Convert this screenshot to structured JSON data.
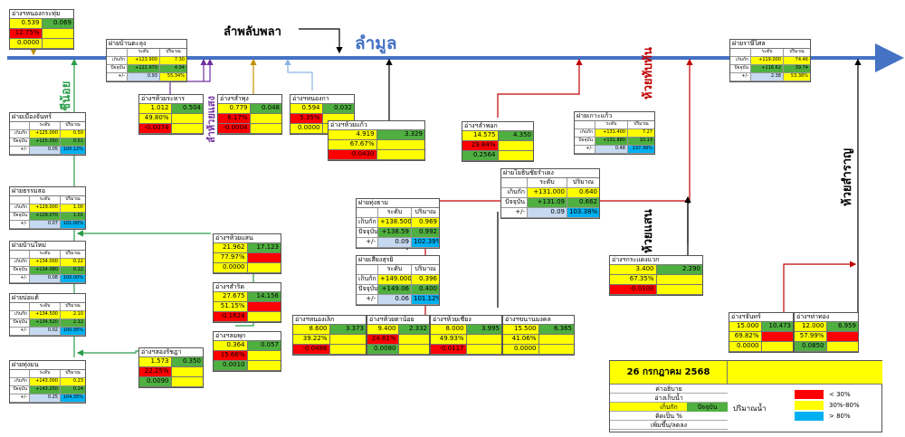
{
  "colors": {
    "yellow": "#ffff00",
    "red": "#ff0000",
    "green": "#4faf40",
    "blue": "#00b0f0",
    "lightblue": "#c5d9f1",
    "river": "#4472c4"
  },
  "river": {
    "title": "ลำมูล",
    "tributary": "ลำพลับพลา"
  },
  "labels": {
    "lam_chi_noi": "ลำชีน้อย",
    "huai_sing": "ลำห้วยแสง",
    "huai_thap_than": "ห้วยทับทัน",
    "huai_saen": "ห้วยแสน",
    "huai_samran": "ห้วยสำราญ"
  },
  "reservoirs": [
    {
      "id": "nong-krathum",
      "name": "อ่างฯหนองกระทุ่ม",
      "vals": [
        [
          "0.539",
          "y"
        ],
        [
          "0.069",
          "g"
        ],
        [
          "12.75%",
          "r"
        ],
        [
          "",
          "y"
        ],
        [
          "0.0000",
          "y"
        ],
        [
          "",
          "y"
        ]
      ]
    },
    {
      "id": "huai-rabok",
      "name": "อ่างฯห้วยระหาร",
      "vals": [
        [
          "1.012",
          "y"
        ],
        [
          "0.504",
          "g"
        ],
        [
          "49.80%",
          "y"
        ],
        [
          "",
          "y"
        ],
        [
          "-0.0074",
          "r"
        ],
        [
          "",
          "y"
        ]
      ]
    },
    {
      "id": "lam-phu",
      "name": "อ่างฯลำพุง",
      "vals": [
        [
          "0.779",
          "y"
        ],
        [
          "0.048",
          "g"
        ],
        [
          "6.17%",
          "r"
        ],
        [
          "",
          "y"
        ],
        [
          "-0.0004",
          "r"
        ],
        [
          "",
          "y"
        ]
      ]
    },
    {
      "id": "nong-ka",
      "name": "อ่างฯหนองกา",
      "vals": [
        [
          "0.594",
          "y"
        ],
        [
          "0.032",
          "g"
        ],
        [
          "5.35%",
          "r"
        ],
        [
          "",
          "y"
        ],
        [
          "0.0000",
          "y"
        ],
        [
          "",
          "y"
        ]
      ]
    },
    {
      "id": "huai-nam-kaeo",
      "name": "อ่างฯห้วยแก้ว",
      "vals": [
        [
          "4.919",
          "y"
        ],
        [
          "3.329",
          "g"
        ],
        [
          "67.67%",
          "y"
        ],
        [
          "",
          "y"
        ],
        [
          "-0.0430",
          "r"
        ],
        [
          "",
          "y"
        ]
      ]
    },
    {
      "id": "lam-phok",
      "name": "อ่างฯลำพอก",
      "vals": [
        [
          "14.575",
          "y"
        ],
        [
          "4.350",
          "g"
        ],
        [
          "29.84%",
          "r"
        ],
        [
          "",
          "y"
        ],
        [
          "0.2564",
          "g"
        ],
        [
          "",
          "y"
        ]
      ]
    },
    {
      "id": "huai-saen",
      "name": "อ่างฯห้วยแสน",
      "vals": [
        [
          "21.962",
          "y"
        ],
        [
          "17.123",
          "g"
        ],
        [
          "77.97%",
          "y"
        ],
        [
          "",
          "r"
        ],
        [
          "0.0000",
          "y"
        ],
        [
          "",
          "y"
        ]
      ]
    },
    {
      "id": "sam-rit",
      "name": "อ่างฯสำริด",
      "vals": [
        [
          "27.675",
          "y"
        ],
        [
          "14.156",
          "g"
        ],
        [
          "51.15%",
          "y"
        ],
        [
          "",
          "r"
        ],
        [
          "-0.1624",
          "r"
        ],
        [
          "",
          "y"
        ]
      ]
    },
    {
      "id": "lam-phok2",
      "name": "อ่างฯลมพุก",
      "vals": [
        [
          "0.364",
          "y"
        ],
        [
          "0.057",
          "g"
        ],
        [
          "15.66%",
          "r"
        ],
        [
          "",
          "y"
        ],
        [
          "0.0010",
          "g"
        ],
        [
          "",
          "y"
        ]
      ]
    },
    {
      "id": "song-ratchada",
      "name": "อ่างฯสองรัชฎา",
      "vals": [
        [
          "1.573",
          "y"
        ],
        [
          "0.350",
          "g"
        ],
        [
          "22.25%",
          "r"
        ],
        [
          "",
          "y"
        ],
        [
          "0.0090",
          "g"
        ],
        [
          "",
          "y"
        ]
      ]
    },
    {
      "id": "nong-lek",
      "name": "อ่างฯหนองเล็ก",
      "vals": [
        [
          "8.600",
          "y"
        ],
        [
          "3.373",
          "g"
        ],
        [
          "39.22%",
          "y"
        ],
        [
          "",
          "y"
        ],
        [
          "-0.0486",
          "r"
        ],
        [
          "",
          "y"
        ]
      ]
    },
    {
      "id": "huai-ta-nuan",
      "name": "อ่างฯห้วยตาน้อย",
      "vals": [
        [
          "9.400",
          "y"
        ],
        [
          "2.332",
          "g"
        ],
        [
          "24.81%",
          "r"
        ],
        [
          "",
          "y"
        ],
        [
          "0.0080",
          "g"
        ],
        [
          "",
          "y"
        ]
      ]
    },
    {
      "id": "huai-chiang",
      "name": "อ่างฯห้วยเชียง",
      "vals": [
        [
          "8.000",
          "y"
        ],
        [
          "3.995",
          "g"
        ],
        [
          "49.93%",
          "y"
        ],
        [
          "",
          "y"
        ],
        [
          "-0.0117",
          "r"
        ],
        [
          "",
          "y"
        ]
      ]
    },
    {
      "id": "khanun",
      "name": "อ่างฯขนานมงคล",
      "vals": [
        [
          "15.500",
          "y"
        ],
        [
          "6.365",
          "g"
        ],
        [
          "41.06%",
          "y"
        ],
        [
          "",
          "y"
        ],
        [
          "0.0000",
          "y"
        ],
        [
          "",
          "y"
        ]
      ]
    },
    {
      "id": "kradaeng",
      "name": "อ่างฯกระแดงแวก",
      "vals": [
        [
          "3.400",
          "y"
        ],
        [
          "2.290",
          "g"
        ],
        [
          "67.35%",
          "y"
        ],
        [
          "",
          "y"
        ],
        [
          "-0.0100",
          "r"
        ],
        [
          "",
          "y"
        ]
      ]
    },
    {
      "id": "chan",
      "name": "อ่างฯจันทร์",
      "vals": [
        [
          "15.000",
          "y"
        ],
        [
          "10.473",
          "g"
        ],
        [
          "69.82%",
          "y"
        ],
        [
          "",
          "r"
        ],
        [
          "0.0000",
          "y"
        ],
        [
          "",
          "y"
        ]
      ]
    },
    {
      "id": "than-thong",
      "name": "อ่างฯท่าทอง",
      "vals": [
        [
          "12.000",
          "y"
        ],
        [
          "6.959",
          "g"
        ],
        [
          "57.99%",
          "y"
        ],
        [
          "",
          "r"
        ],
        [
          "0.0850",
          "g"
        ],
        [
          "",
          "y"
        ]
      ]
    }
  ],
  "gates": [
    {
      "id": "ban-talat",
      "name": "ฝายบ้านตะลุง",
      "h": [
        "ระดับ",
        "ปริมาณ"
      ],
      "rows": [
        [
          "เก็บกัก",
          "+123.900",
          "7.30"
        ],
        [
          "ปัจจุบัน",
          "+122.970",
          "4.04"
        ],
        [
          "+/-",
          "0.93",
          "55.34%"
        ]
      ],
      "pc": "y"
    },
    {
      "id": "raksha",
      "name": "ฝายราษีไศล",
      "h": [
        "ระดับ",
        "ปริมาณ"
      ],
      "rows": [
        [
          "เก็บกัก",
          "+119.000",
          "74.46"
        ],
        [
          "ปัจจุบัน",
          "+116.62",
          "39.74"
        ],
        [
          "+/-",
          "2.38",
          "53.38%"
        ]
      ],
      "pc": "y"
    },
    {
      "id": "mueang-chan",
      "name": "ฝายเมืองจันทร์",
      "h": [
        "ระดับ",
        "ปริมาณ"
      ],
      "rows": [
        [
          "เก็บกัก",
          "+125.000",
          "0.50"
        ],
        [
          "ปัจจุบัน",
          "+125.050",
          "0.51"
        ],
        [
          "+/-",
          "0.05",
          "100.12%"
        ]
      ],
      "pc": "b"
    },
    {
      "id": "kaeo",
      "name": "ฝายเกาะแก้ว",
      "h": [
        "ระดับ",
        "ปริมาณ"
      ],
      "rows": [
        [
          "เก็บกัก",
          "+131.400",
          "7.27"
        ],
        [
          "ปัจจุบัน",
          "+131.880",
          "10.13"
        ],
        [
          "+/-",
          "0.48",
          "137.36%"
        ]
      ],
      "pc": "b"
    },
    {
      "id": "tham-sa",
      "name": "ฝายธรรมสอ",
      "h": [
        "ระดับ",
        "ปริมาณ"
      ],
      "rows": [
        [
          "เก็บกัก",
          "+129.000",
          "1.00"
        ],
        [
          "ปัจจุบัน",
          "+129.070",
          "1.01"
        ],
        [
          "+/-",
          "0.07",
          "101.00%"
        ]
      ],
      "pc": "b"
    },
    {
      "id": "ban-mai",
      "name": "ฝายบ้านใหม่",
      "h": [
        "ระดับ",
        "ปริมาณ"
      ],
      "rows": [
        [
          "เก็บกัก",
          "+134.000",
          "0.22"
        ],
        [
          "ปัจจุบัน",
          "+134.080",
          "0.22"
        ],
        [
          "+/-",
          "0.08",
          "100.00%"
        ]
      ],
      "pc": "b"
    },
    {
      "id": "nong-khae",
      "name": "ฝายบ่อแต้",
      "h": [
        "ระดับ",
        "ปริมาณ"
      ],
      "rows": [
        [
          "เก็บกัก",
          "+134.500",
          "2.10"
        ],
        [
          "ปัจจุบัน",
          "+134.520",
          "2.12"
        ],
        [
          "+/-",
          "0.02",
          "100.95%"
        ]
      ],
      "pc": "b"
    },
    {
      "id": "thung-mon",
      "name": "ฝายทุ่งมน",
      "h": [
        "ระดับ",
        "ปริมาณ"
      ],
      "rows": [
        [
          "เก็บกัก",
          "+143.000",
          "0.23"
        ],
        [
          "ปัจจุบัน",
          "+143.250",
          "0.24"
        ],
        [
          "+/-",
          "0.25",
          "104.35%"
        ]
      ],
      "pc": "b"
    },
    {
      "id": "yothin",
      "name": "ฝายโยธินชัยรำเดง",
      "h": [
        "ระดับ",
        "ปริมาณ"
      ],
      "rows": [
        [
          "เก็บกัก",
          "+131.000",
          "0.640"
        ],
        [
          "ปัจจุบัน",
          "+131.09",
          "0.662"
        ],
        [
          "+/-",
          "0.09",
          "103.38%"
        ]
      ],
      "pc": "b",
      "big": true
    },
    {
      "id": "thung-tham",
      "name": "ฝายทุ่งธาม",
      "h": [
        "ระดับ",
        "ปริมาณ"
      ],
      "rows": [
        [
          "เก็บกัก",
          "+138.500",
          "0.969"
        ],
        [
          "ปัจจุบัน",
          "+138.59",
          "0.992"
        ],
        [
          "+/-",
          "0.09",
          "102.39%"
        ]
      ],
      "pc": "b",
      "big": true
    },
    {
      "id": "sethi",
      "name": "ฝายเสียงสุรยิ",
      "h": [
        "ระดับ",
        "ปริมาณ"
      ],
      "rows": [
        [
          "เก็บกัก",
          "+149.000",
          "0.396"
        ],
        [
          "ปัจจุบัน",
          "+149.06",
          "0.400"
        ],
        [
          "+/-",
          "0.06",
          "101.12%"
        ]
      ],
      "pc": "b",
      "big": true
    }
  ],
  "legend": {
    "date": "26 กรกฎาคม 2568",
    "rows": [
      "ค่าอธิบาย",
      "อ่างเก็บน้ำ",
      "เก็บกัก",
      "คิดเป็น %",
      "เพิ่มขึ้น/ลดลง"
    ],
    "current": "ปัจจุบัน",
    "volume": "ปริมาณน้ำ",
    "items": [
      "< 30%",
      "30%-80%",
      "> 80%"
    ]
  }
}
